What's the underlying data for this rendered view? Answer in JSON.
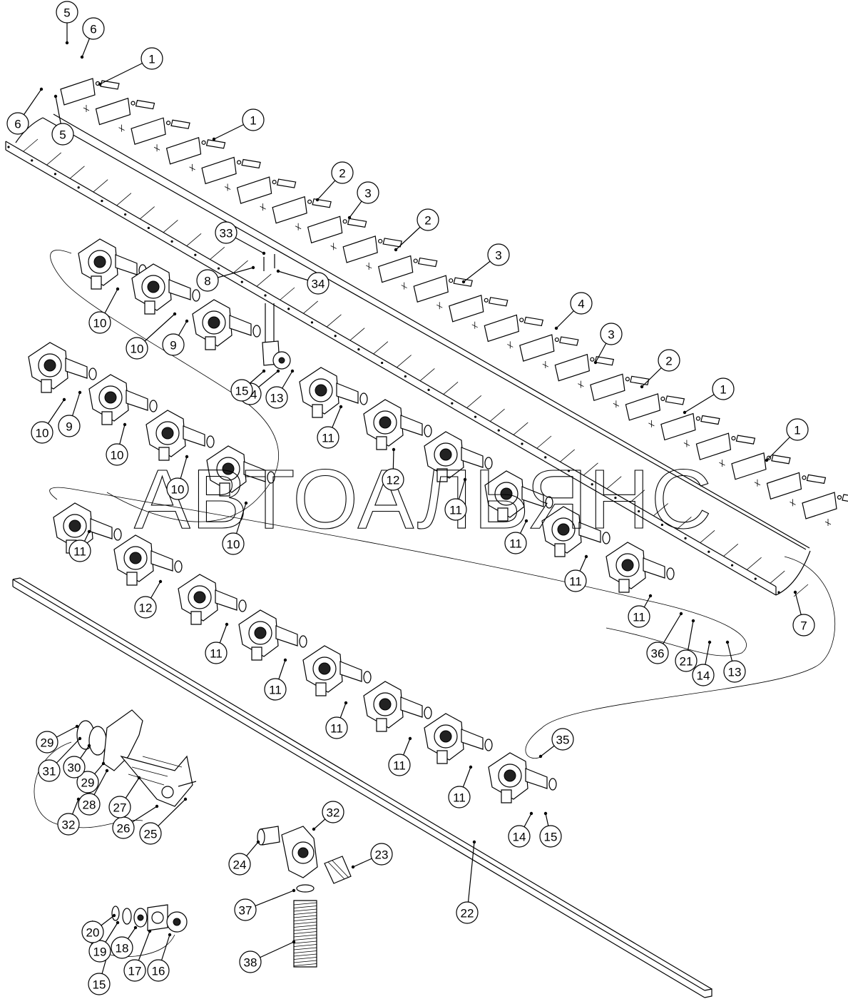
{
  "watermark": "АВТОАЛЬЯНС",
  "callouts": [
    "1",
    "2",
    "3",
    "4",
    "5",
    "6",
    "7",
    "8",
    "9",
    "10",
    "11",
    "12",
    "13",
    "14",
    "15",
    "16",
    "17",
    "18",
    "19",
    "20",
    "21",
    "22",
    "23",
    "24",
    "25",
    "26",
    "27",
    "28",
    "29",
    "30",
    "31",
    "32",
    "33",
    "34",
    "35",
    "36",
    "37",
    "38"
  ]
}
